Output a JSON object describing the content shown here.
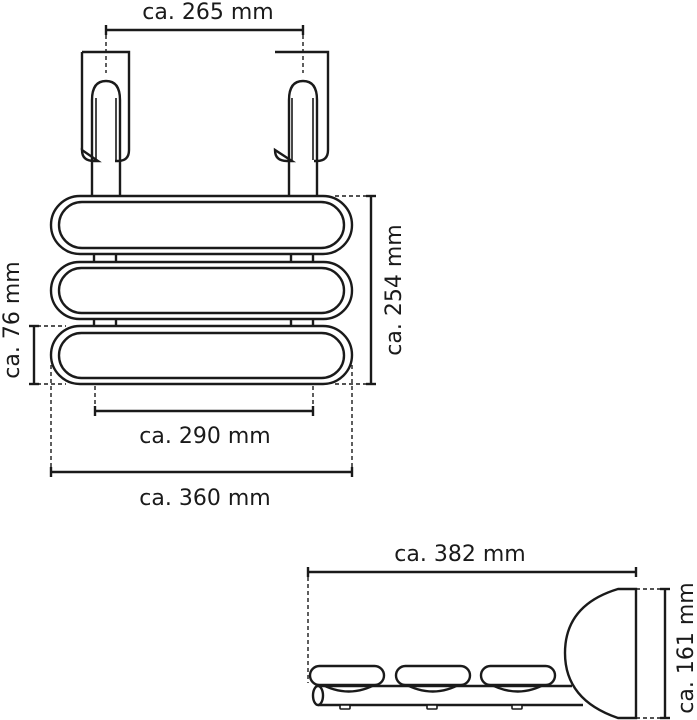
{
  "drawing": {
    "front_view": {
      "dimensions": {
        "wall_bracket_spacing": "ca. 265 mm",
        "slat_height": "ca. 76 mm",
        "total_height": "ca. 254 mm",
        "inner_width": "ca. 290 mm",
        "total_width": "ca. 360 mm"
      },
      "slat_count": 3
    },
    "side_view": {
      "dimensions": {
        "depth": "ca. 382 mm",
        "height": "ca. 161 mm"
      },
      "slat_count": 3
    },
    "line_color": "#1a1a1a",
    "background": "#ffffff"
  }
}
